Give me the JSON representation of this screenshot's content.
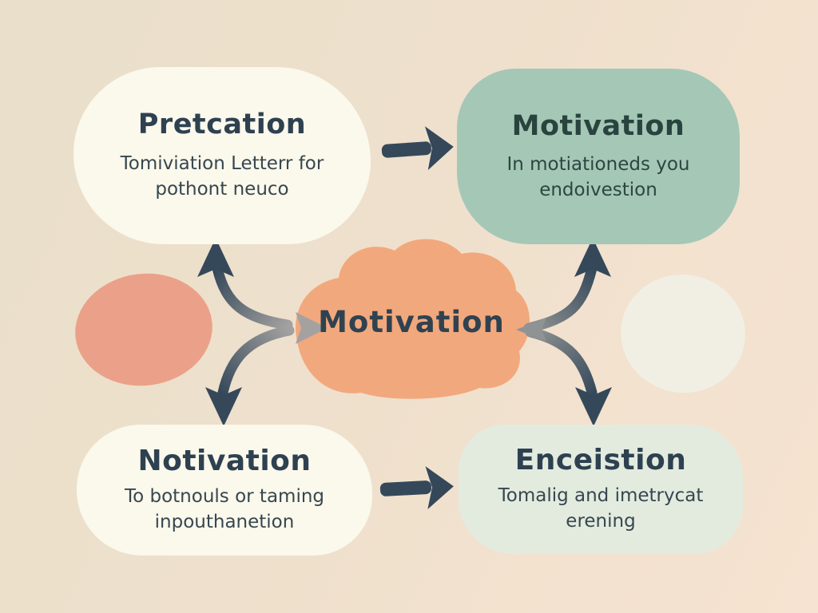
{
  "nodes": {
    "top_left": {
      "title": "Pretcation",
      "subtitle_line1": "Tomiviation Letterr for",
      "subtitle_line2": "pothont neuco"
    },
    "top_right": {
      "title": "Motivation",
      "subtitle_line1": "In motiationeds you",
      "subtitle_line2": "endoivestion"
    },
    "center": {
      "label": "Motivation"
    },
    "bottom_left": {
      "title": "Notivation",
      "subtitle_line1": "To botnouls or taming",
      "subtitle_line2": "inpouthanetion"
    },
    "bottom_right": {
      "title": "Enceistion",
      "subtitle_line1": "Tomalig and imetrycat",
      "subtitle_line2": "erening"
    }
  },
  "colors": {
    "background_start": "#e9dfca",
    "background_end": "#f6e3d1",
    "cream_node": "#fbf8ec",
    "green_node": "#a5c7b6",
    "mint_node": "#e3ebdf",
    "orange_blob": "#f2a87d",
    "salmon_blob": "#eba189",
    "white_blob": "#f1efe3",
    "arrow_dark": "#35485a",
    "arrow_gray": "#a3a2a0",
    "title_text": "#2e4150",
    "subtitle_text": "#37474f"
  }
}
